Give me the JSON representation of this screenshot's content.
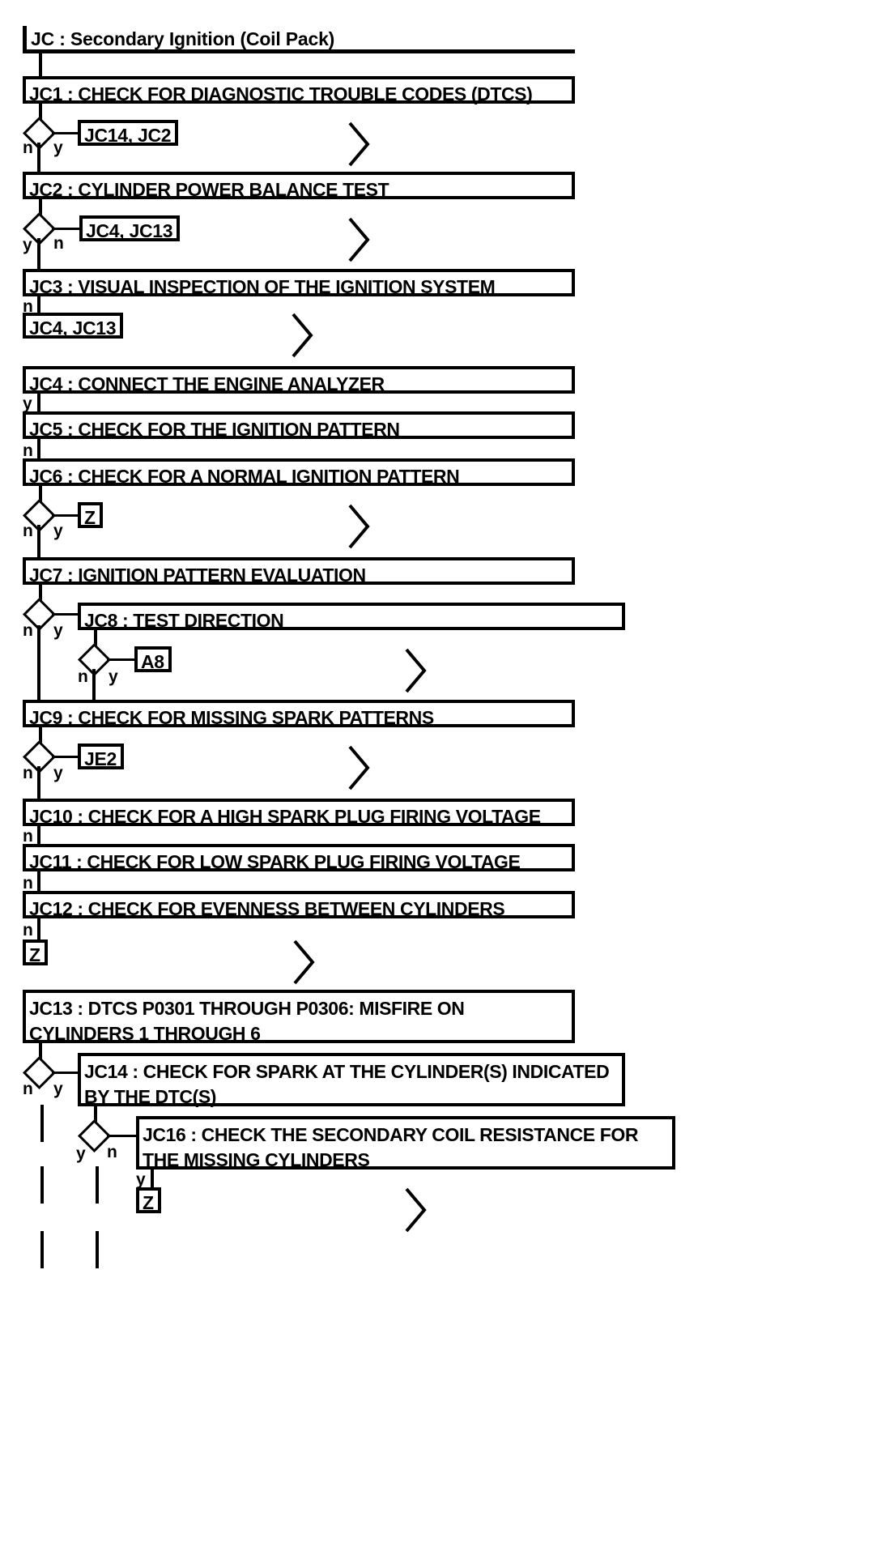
{
  "diagram": {
    "title": "JC : Secondary Ignition (Coil Pack)",
    "type": "flowchart",
    "colors": {
      "stroke": "#000000",
      "fill": "#ffffff",
      "text": "#000000"
    }
  },
  "steps": {
    "jc1": "JC1 : CHECK FOR DIAGNOSTIC TROUBLE CODES (DTCS)",
    "jc2": "JC2 : CYLINDER POWER BALANCE TEST",
    "jc3": "JC3 : VISUAL INSPECTION OF THE IGNITION SYSTEM",
    "jc4": "JC4 : CONNECT THE ENGINE ANALYZER",
    "jc5": "JC5 : CHECK FOR THE IGNITION PATTERN",
    "jc6": "JC6 : CHECK FOR A NORMAL IGNITION PATTERN",
    "jc7": "JC7 : IGNITION PATTERN EVALUATION",
    "jc8": "JC8 : TEST DIRECTION",
    "jc9": "JC9 : CHECK FOR MISSING SPARK PATTERNS",
    "jc10": "JC10 : CHECK FOR A HIGH SPARK PLUG FIRING VOLTAGE",
    "jc11": "JC11 : CHECK FOR LOW SPARK PLUG FIRING VOLTAGE",
    "jc12": "JC12 : CHECK FOR EVENNESS BETWEEN CYLINDERS",
    "jc13": "JC13 : DTCS P0301 THROUGH P0306: MISFIRE ON\nCYLINDERS 1 THROUGH 6",
    "jc14": "JC14 : CHECK FOR SPARK AT THE CYLINDER(S) INDICATED\nBY THE DTC(S)",
    "jc16": "JC16 : CHECK THE SECONDARY COIL RESISTANCE FOR\nTHE MISSING CYLINDERS"
  },
  "refs": {
    "jc14_jc2": "JC14, JC2",
    "jc4_jc13_a": "JC4, JC13",
    "jc4_jc13_b": "JC4, JC13",
    "z1": "Z",
    "a8": "A8",
    "je2": "JE2",
    "z2": "Z",
    "z3": "Z"
  },
  "branch_labels": {
    "d1_n": "n",
    "d1_y": "y",
    "d2_y": "y",
    "d2_n": "n",
    "jc3_n": "n",
    "jc4_y": "y",
    "jc5_n": "n",
    "d3_n": "n",
    "d3_y": "y",
    "d4_n": "n",
    "d4_y": "y",
    "d5_n": "n",
    "d5_y": "y",
    "d6_n": "n",
    "d6_y": "y",
    "jc10_n": "n",
    "jc11_n": "n",
    "jc12_n": "n",
    "d7_n": "n",
    "d7_y": "y",
    "d8_y": "y",
    "d8_n": "n",
    "jc16_y": "y"
  },
  "icons": {
    "chevron": "chevron-right-icon",
    "decision": "decision-diamond-icon"
  }
}
